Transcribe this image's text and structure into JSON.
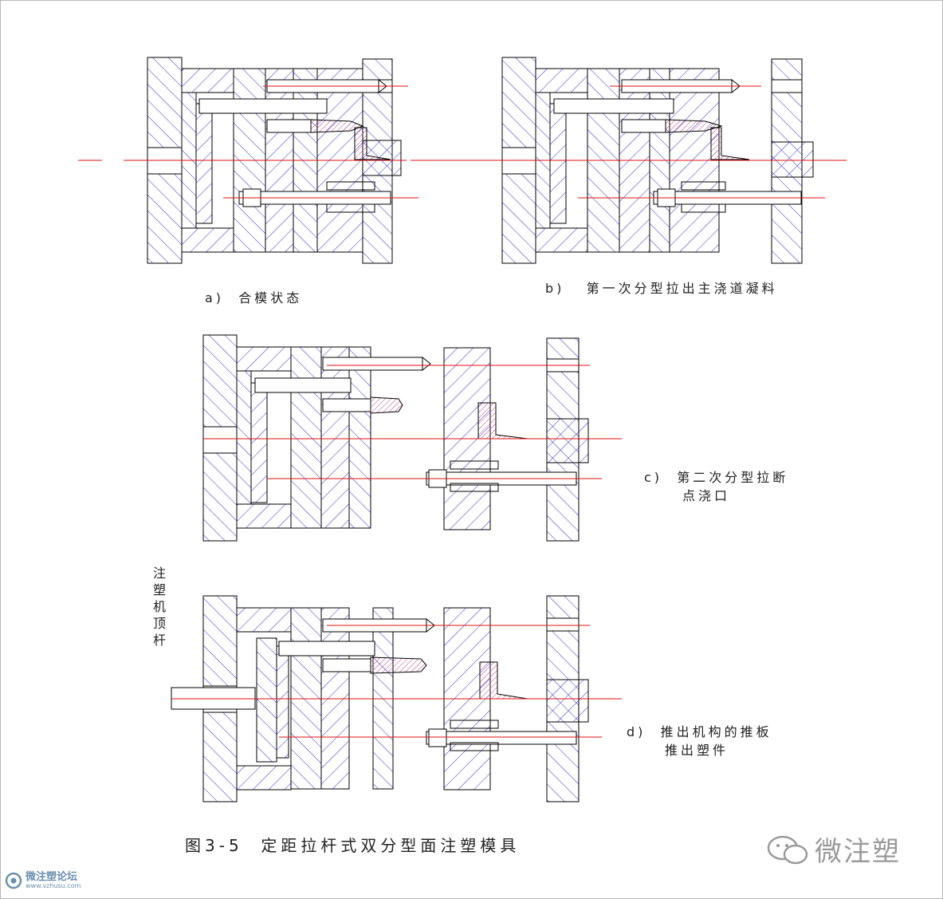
{
  "captions": {
    "a": "a)  合模状态",
    "b": "b)   第一次分型拉出主浇道凝料",
    "c1": "c)  第二次分型拉断",
    "c2": "点浇口",
    "d1": "d)  推出机构的推板",
    "d2": "推出塑件"
  },
  "side_label": "注塑机顶杆",
  "figure_title": "图3-5  定距拉杆式双分型面注塑模具",
  "watermarks": {
    "right": "微注塑",
    "left_main": "微注塑论坛",
    "left_sub": "www.vzhusu.com"
  },
  "colors": {
    "outline": "#000000",
    "hatch": "#2e2ec8",
    "centerline": "#e01010",
    "gate": "#c04080"
  }
}
